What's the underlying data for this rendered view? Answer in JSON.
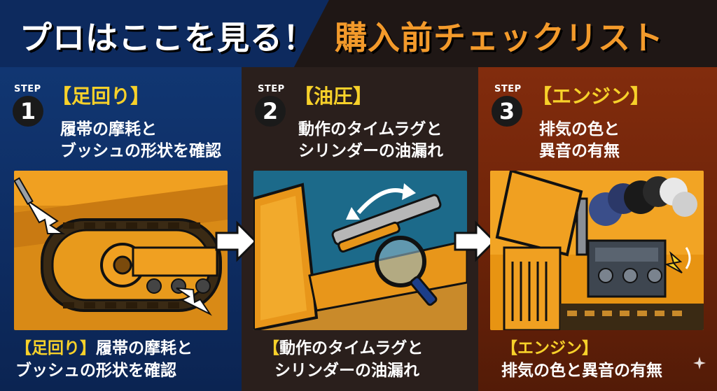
{
  "header": {
    "title_left": "プロはここを見る！",
    "title_right": "購入前チェックリスト"
  },
  "steps": [
    {
      "step_label": "STEP",
      "number": "1",
      "category": "【足回り】",
      "desc_line1": "履帯の摩耗と",
      "desc_line2": "ブッシュの形状を確認",
      "caption_category": "【足回り】",
      "caption_line1_rest": "履帯の摩耗と",
      "caption_line2": "ブッシュの形状を確認"
    },
    {
      "step_label": "STEP",
      "number": "2",
      "category": "【油圧】",
      "desc_line1": "動作のタイムラグと",
      "desc_line2": "シリンダーの油漏れ",
      "caption_category": "【",
      "caption_line1_rest": "動作のタイムラグと",
      "caption_line2": "シリンダーの油漏れ"
    },
    {
      "step_label": "STEP",
      "number": "3",
      "category": "【エンジン】",
      "desc_line1": "排気の色と",
      "desc_line2": "異音の有無",
      "caption_category": "【エンジン】",
      "caption_line1_rest": "",
      "caption_line2": "排気の色と異音の有無"
    }
  ],
  "colors": {
    "accent_yellow": "#f7d12a",
    "title_orange": "#f39a2b",
    "panel_blue": "#123a78",
    "panel_dark": "#2a1f1c",
    "panel_rust": "#8a2f0f",
    "machine_orange": "#f0a021"
  },
  "icons": [
    "right-arrow-icon",
    "magnifier-icon",
    "sparkle-icon"
  ]
}
